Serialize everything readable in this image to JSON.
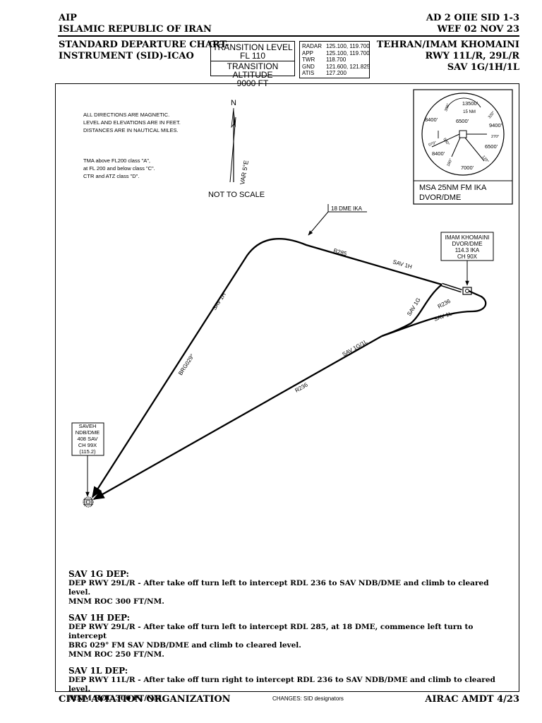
{
  "header": {
    "left_line1": "AIP",
    "left_line2": "ISLAMIC REPUBLIC OF IRAN",
    "right_line1": "AD 2 OIIE SID 1-3",
    "right_line2": "WEF 02 NOV 23",
    "chart_title_line1": "STANDARD DEPARTURE CHART-",
    "chart_title_line2": "INSTRUMENT (SID)-ICAO",
    "aerodrome": "TEHRAN/IMAM KHOMAINI",
    "runways": "RWY 11L/R, 29L/R",
    "procedures": "SAV 1G/1H/1L"
  },
  "transition": {
    "level_label": "TRANSITION LEVEL",
    "level_value": "FL 110",
    "altitude_label": "TRANSITION ALTITUDE",
    "altitude_value": "9000 FT"
  },
  "frequencies": [
    {
      "name": "RADAR",
      "value": "125.100, 119.700"
    },
    {
      "name": "APP",
      "value": "125.100, 119.700"
    },
    {
      "name": "TWR",
      "value": "118.700"
    },
    {
      "name": "GND",
      "value": "121.600, 121.825"
    },
    {
      "name": "ATIS",
      "value": "127.200"
    }
  ],
  "notes": {
    "line1": "ALL DIRECTIONS ARE MAGNETIC.",
    "line2": "LEVEL AND ELEVATIONS ARE IN FEET.",
    "line3": "DISTANCES ARE IN NAUTICAL MILES.",
    "airspace1": "TMA above FL200 class \"A\",",
    "airspace2": "at FL 200 and below class \"C\".",
    "airspace3": "CTR and ATZ class \"D\"."
  },
  "north": {
    "label": "N",
    "variation": "VAR 5°E",
    "scale": "NOT TO SCALE"
  },
  "msa": {
    "caption_line1": "MSA 25NM FM IKA",
    "caption_line2": "DVOR/DME",
    "alt_top": "13500'",
    "ring": "15 NM",
    "alt_left": "8400'",
    "alt_center": "6500'",
    "alt_right": "9400'",
    "alt_lower_right": "6500'",
    "alt_lower_left": "8400'",
    "alt_bottom": "7000'",
    "brg_320": "320°",
    "brg_360": "360°",
    "brg_270": "270°",
    "brg_070": "070°",
    "brg_030": "030°",
    "brg_180": "180°",
    "brg_120": "120°"
  },
  "map": {
    "dme_fix": "18 DME IKA",
    "ika_name": "IMAM KHOMAINI",
    "ika_type": "DVOR/DME",
    "ika_freq": "114.3 IKA",
    "ika_ch": "CH 90X",
    "sav_name": "SAVEH",
    "sav_type": "NDB/DME",
    "sav_freq": "408 SAV",
    "sav_ch": "CH 99X",
    "sav_alt_freq": "(115.2)",
    "label_r285": "R285",
    "label_sav1h_upper": "SAV 1H",
    "label_sav1h_left": "SAV 1H",
    "label_brg029": "BRG029°",
    "label_sav1g": "SAV 1G",
    "label_r236_upper": "R236",
    "label_sav1l": "SAV 1L",
    "label_sav1g1l": "SAV 1G/1L",
    "label_r236_lower": "R236"
  },
  "departures": [
    {
      "title": "SAV 1G DEP:",
      "lines": [
        "DEP RWY 29L/R - After take off turn left to intercept RDL 236 to SAV NDB/DME and climb to cleared level.",
        "MNM ROC 300 FT/NM."
      ]
    },
    {
      "title": "SAV 1H DEP:",
      "lines": [
        "DEP RWY 29L/R - After take off turn left to intercept RDL 285, at 18 DME, commence left turn to intercept",
        "BRG 029° FM SAV NDB/DME and climb to cleared level.",
        "MNM ROC 250 FT/NM."
      ]
    },
    {
      "title": "SAV 1L DEP:",
      "lines": [
        "DEP RWY 11L/R - After take off turn right to intercept RDL 236 to SAV NDB/DME and climb to cleared level.",
        "MNM ROC 300 FT/NM."
      ]
    }
  ],
  "footer": {
    "left": "CIVIL AVIATION ORGANIZATION",
    "center": "CHANGES: SID designators",
    "right": "AIRAC AMDT 4/23"
  }
}
